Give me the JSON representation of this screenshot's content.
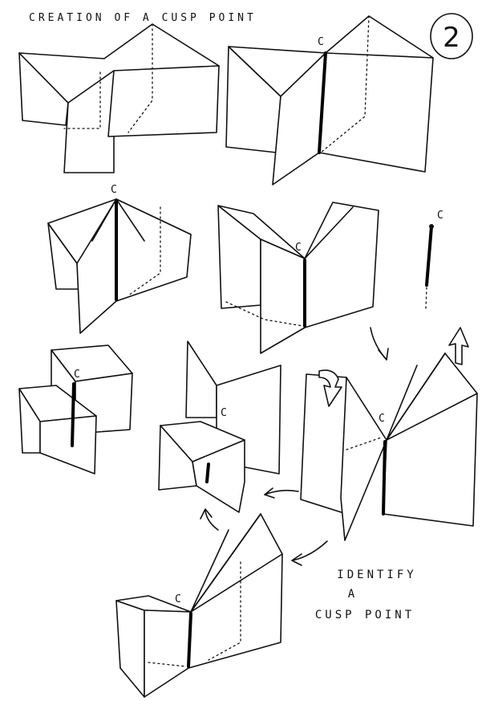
{
  "page": {
    "title": "CREATION OF A CUSP POINT",
    "number": "2",
    "caption_lines": [
      "IDENTIFY",
      "A",
      "CUSP POINT"
    ]
  },
  "labels": {
    "cusp_letter": "C"
  },
  "colors": {
    "ink": "#111111",
    "paper": "#ffffff"
  }
}
